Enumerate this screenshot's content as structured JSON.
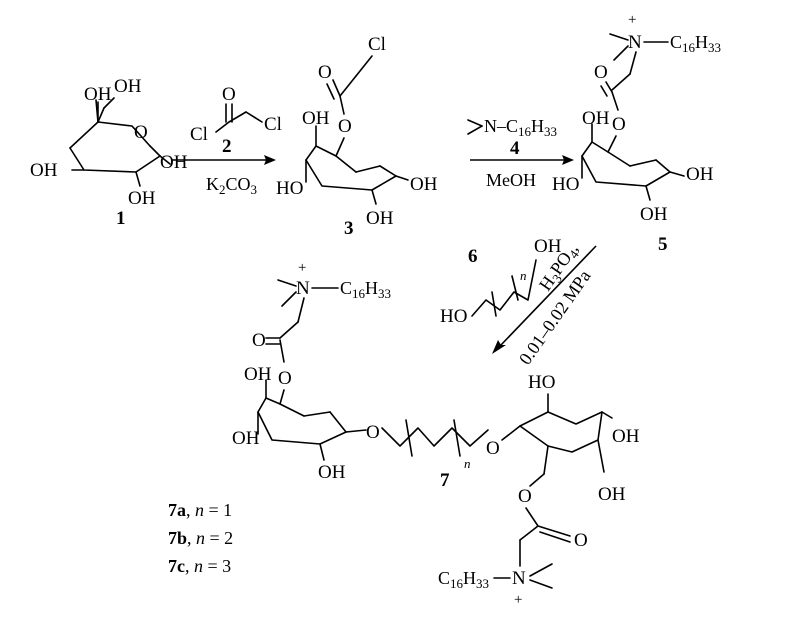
{
  "compounds": {
    "c1": {
      "number": "1",
      "oh_labels": [
        "OH",
        "OH",
        "OH",
        "OH",
        "OH"
      ]
    },
    "c2": {
      "number": "2",
      "cl_left": "Cl",
      "cl_right": "Cl",
      "oxygen": "O"
    },
    "c3": {
      "number": "3",
      "cl": "Cl",
      "oxygens": [
        "O",
        "O"
      ],
      "oh_labels": [
        "OH",
        "HO",
        "OH",
        "OH"
      ]
    },
    "c5": {
      "number": "5",
      "n": "N",
      "plus": "+",
      "alkyl": "C",
      "alkyl_sub": "16",
      "alkyl_h": "H",
      "alkyl_h_sub": "33",
      "oxygens": [
        "O",
        "O"
      ],
      "oh_labels": [
        "OH",
        "HO",
        "OH",
        "OH"
      ]
    },
    "c6": {
      "number": "6",
      "oh": "OH",
      "ho": "HO",
      "n_italic": "n"
    },
    "c7": {
      "number": "7",
      "n": "N",
      "plus": "+",
      "alkyl": "C",
      "alkyl_sub": "16",
      "alkyl_h": "H",
      "alkyl_h_sub": "33",
      "oxygens": [
        "O",
        "O",
        "O",
        "O"
      ],
      "oh_labels": [
        "OH",
        "OH",
        "OH",
        "HO",
        "OH",
        "OH"
      ],
      "n_italic": "n"
    }
  },
  "reagents": {
    "step1_base": "K",
    "step1_base_sub": "2",
    "step1_base_rest": "CO",
    "step1_base_sub2": "3",
    "step2_reagent_n": "N",
    "step2_reagent_c": "C",
    "step2_reagent_sub": "16",
    "step2_reagent_h": "H",
    "step2_reagent_hsub": "33",
    "step2_number": "4",
    "step2_solvent": "MeOH",
    "step3_acid": "H",
    "step3_acid_sub": "3",
    "step3_acid_rest": "PO",
    "step3_acid_sub2": "4",
    "step3_acid_comma": ",",
    "step3_pressure": "0.01–0.02 MPa"
  },
  "products": [
    {
      "id": "7a",
      "num": "7a",
      "eq": ", ",
      "var": "n",
      "val": " = 1"
    },
    {
      "id": "7b",
      "num": "7b",
      "eq": ", ",
      "var": "n",
      "val": " = 2"
    },
    {
      "id": "7c",
      "num": "7c",
      "eq": ", ",
      "var": "n",
      "val": " = 3"
    }
  ]
}
